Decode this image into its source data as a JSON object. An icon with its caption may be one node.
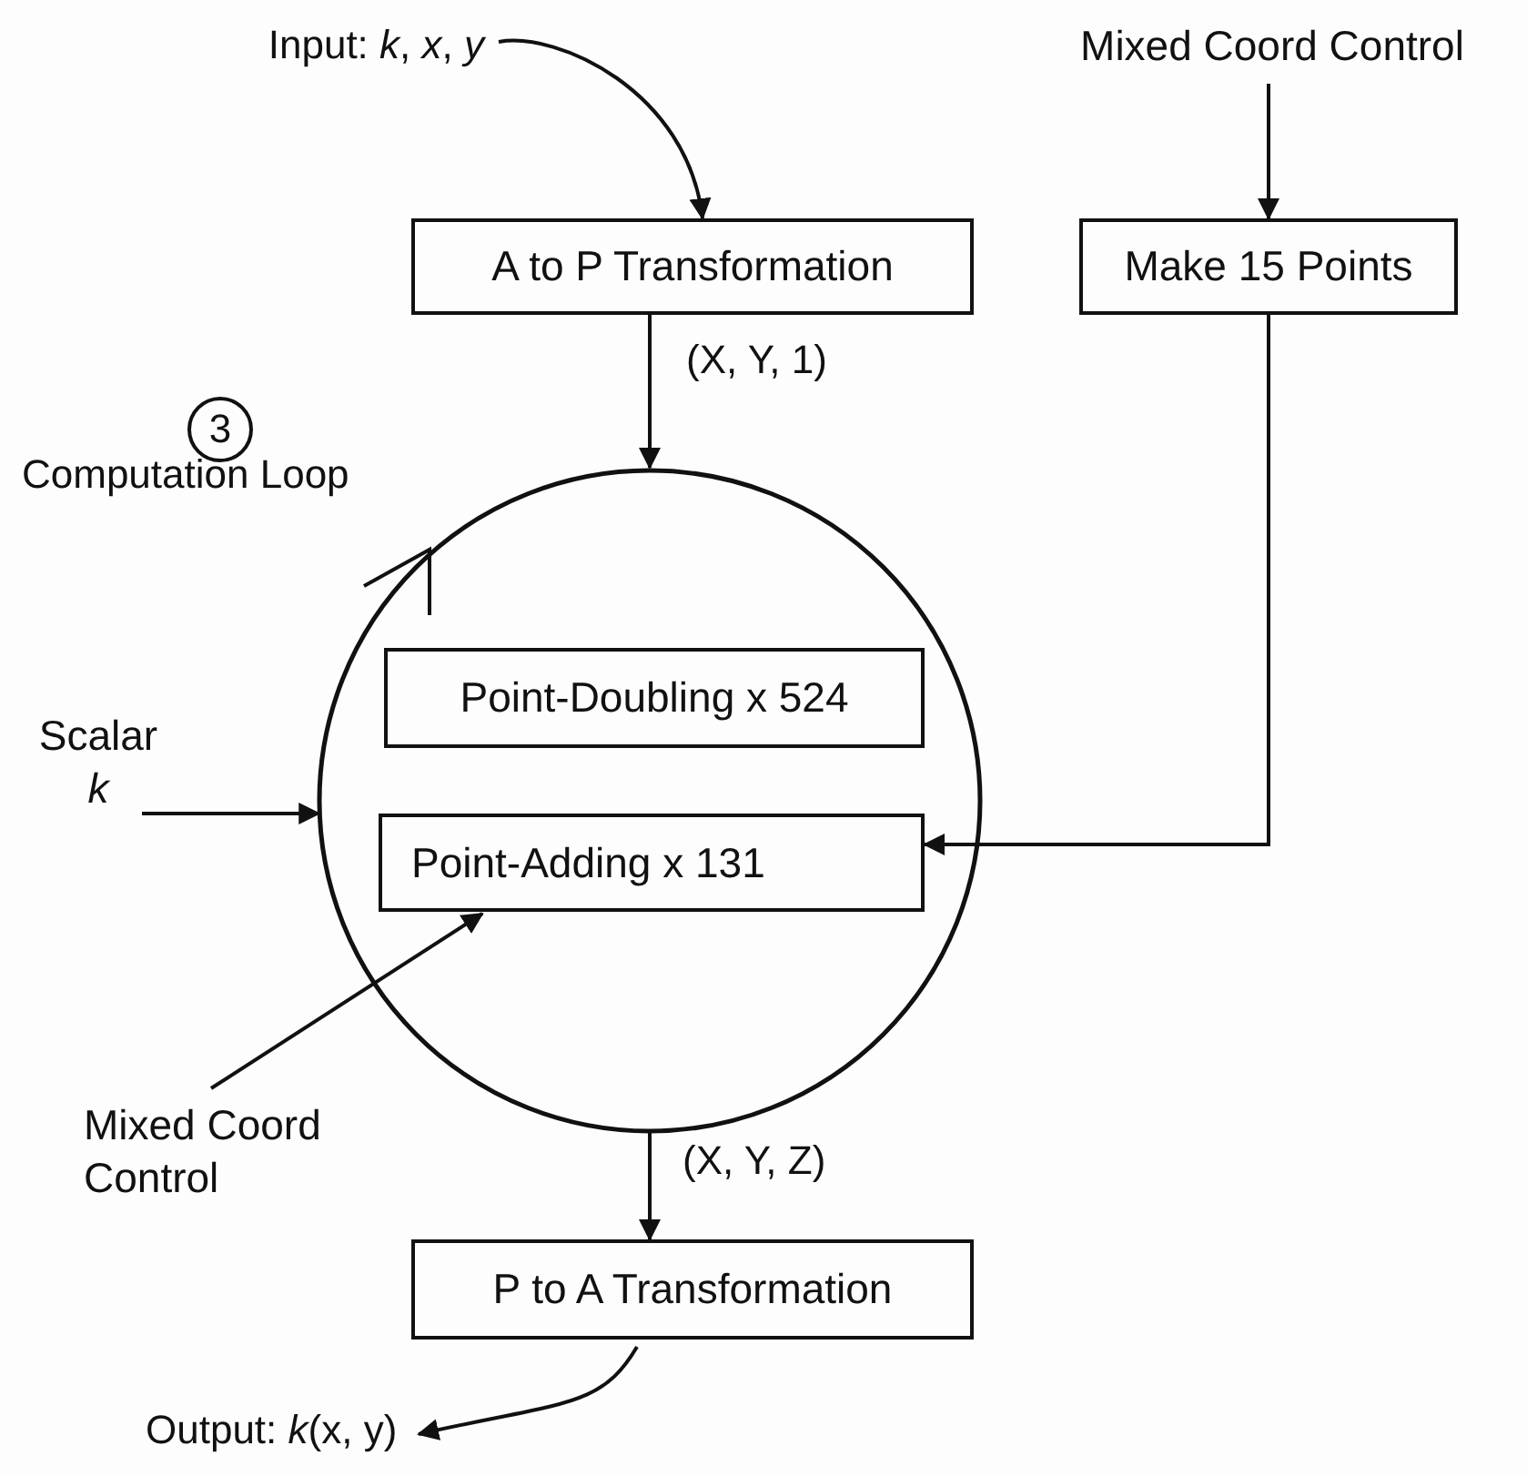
{
  "diagram": {
    "nodes": [
      {
        "text": [
          "Input:  *k*, *x*, *y*"
        ]
      },
      {
        "text": [
          "Mixed Coord Control"
        ]
      },
      {
        "text": [
          "A to P Transformation"
        ]
      },
      {
        "text": [
          "Make 15 Points"
        ]
      },
      {
        "text": [],
        "shape": "circle"
      },
      {
        "text": [
          "Point-Doubling x 524"
        ],
        "in": 4
      },
      {
        "text": [
          "Point-Adding x 131"
        ],
        "in": 4
      },
      {
        "text": [
          "Scalar *k*"
        ]
      },
      {
        "text": [
          "Mixed Coord Control"
        ]
      },
      {
        "text": [
          "P to A Transformation"
        ]
      },
      {
        "text": [
          "Output: *k*(x, y)"
        ]
      }
    ],
    "edges": [
      {
        "from": 0,
        "to": 2,
        "arrow": "to"
      },
      {
        "from": 1,
        "to": 3,
        "arrow": "to"
      },
      {
        "from": 2,
        "to": 4,
        "arrow": "to",
        "label": "(X, Y, 1)"
      },
      {
        "from": 3,
        "to": 6,
        "arrow": "to"
      },
      {
        "from": 7,
        "to": 4,
        "arrow": "to"
      },
      {
        "from": 8,
        "to": 6,
        "arrow": "to"
      },
      {
        "from": 4,
        "to": 9,
        "arrow": "to",
        "label": "(X, Y, Z)"
      },
      {
        "from": 9,
        "to": 10,
        "arrow": "to"
      }
    ],
    "labels": [
      "3",
      "Computation Loop"
    ]
  }
}
